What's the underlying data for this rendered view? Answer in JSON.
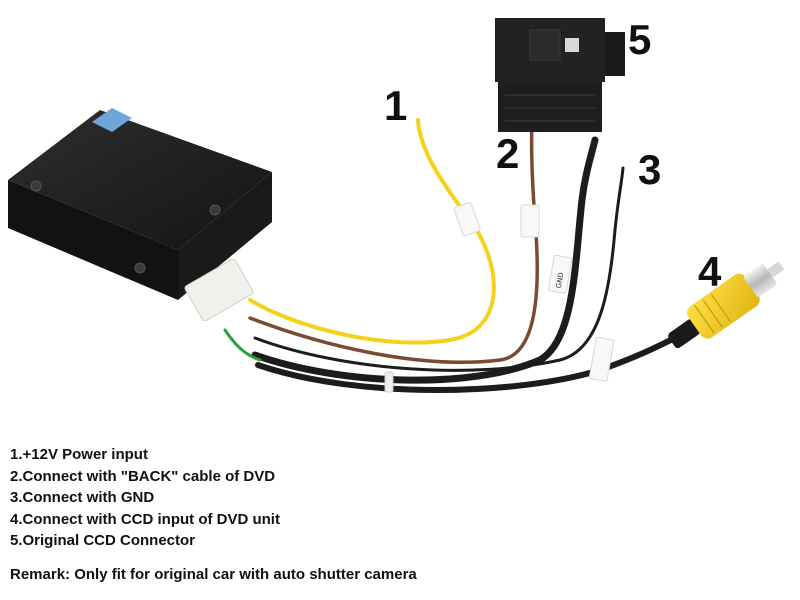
{
  "callouts": [
    {
      "number": "1",
      "description": "+12V Power input"
    },
    {
      "number": "2",
      "description": "Connect with \"BACK\" cable of DVD"
    },
    {
      "number": "3",
      "description": "Connect with GND"
    },
    {
      "number": "4",
      "description": "Connect with CCD input of DVD unit"
    },
    {
      "number": "5",
      "description": "Original CCD Connector"
    }
  ],
  "legend": [
    "1.+12V Power input",
    "2.Connect with \"BACK\" cable of DVD",
    "3.Connect with GND",
    "4.Connect with CCD input of DVD unit",
    "5.Original CCD Connector"
  ],
  "remark": "Remark: Only fit for original car with auto shutter camera",
  "tags": {
    "gnd": "GND"
  },
  "colors": {
    "box": "#1f1f1f",
    "yellow_wire": "#f2d21c",
    "brown_wire": "#7a4a32",
    "black_wire": "#1c1c1c",
    "green_wire": "#2f9e3f",
    "rca_yellow": "#f7cf1b",
    "connector": "#222222"
  }
}
